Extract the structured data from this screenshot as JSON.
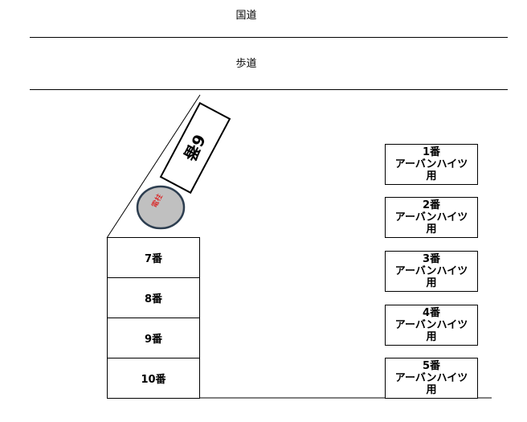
{
  "roads": {
    "kokudo": "国道",
    "hodo": "歩道"
  },
  "left_stalls": [
    {
      "label": "7番"
    },
    {
      "label": "8番"
    },
    {
      "label": "9番"
    },
    {
      "label": "10番"
    }
  ],
  "right_stalls": [
    {
      "number": "1番",
      "line1": "アーバンハイツ",
      "line2": "用"
    },
    {
      "number": "2番",
      "line1": "アーバンハイツ",
      "line2": "用"
    },
    {
      "number": "3番",
      "line1": "アーバンハイツ",
      "line2": "用"
    },
    {
      "number": "4番",
      "line1": "アーバンハイツ",
      "line2": "用"
    },
    {
      "number": "5番",
      "line1": "アーバンハイツ",
      "line2": "用"
    }
  ],
  "angled_stall": {
    "label": "6番"
  },
  "pole": {
    "label": "電柱",
    "fill": "#c0c0c0",
    "stroke": "#2d3e50",
    "text_color": "#e00000"
  }
}
